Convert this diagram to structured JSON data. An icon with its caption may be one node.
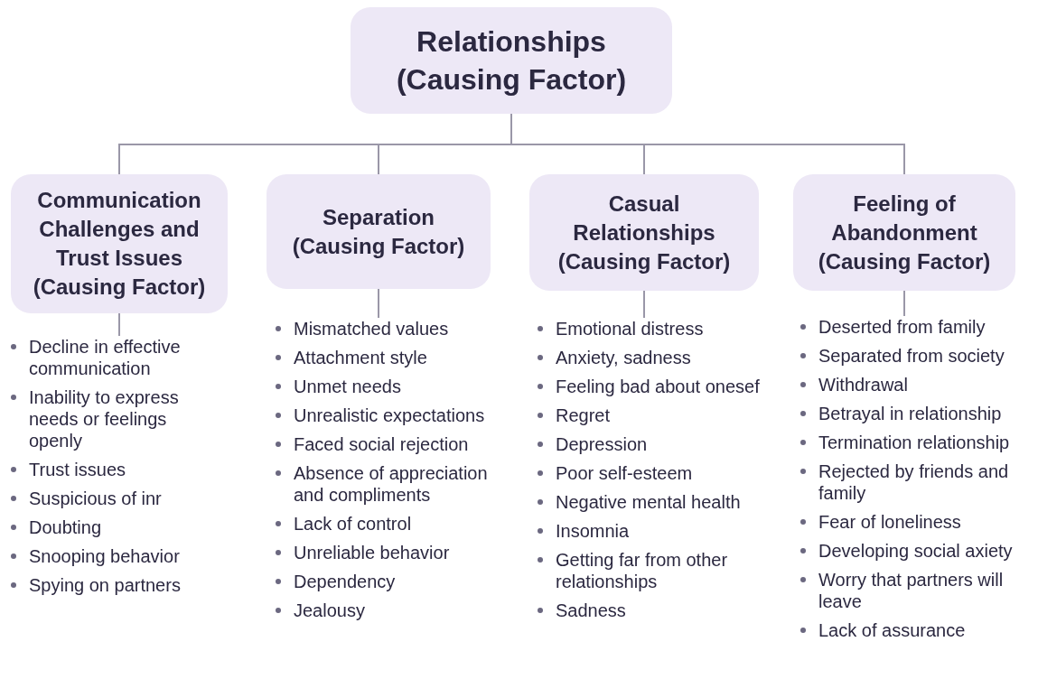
{
  "diagram": {
    "nodes": [
      {
        "text": [
          "Relationships (Causing Factor)"
        ]
      },
      {
        "text": [
          "Communication Challenges and Trust Issues (Causing Factor)"
        ]
      },
      {
        "text": [
          "Separation (Causing Factor)"
        ]
      },
      {
        "text": [
          "Casual Relationships (Causing Factor)"
        ]
      },
      {
        "text": [
          "Feeling of Abandonment (Causing Factor)"
        ]
      },
      {
        "text": [
          "Decline in effective communication",
          "Inability to express needs or feelings openly",
          "Trust issues",
          "Suspicious of inr",
          "Doubting",
          "Snooping behavior",
          "Spying on partners"
        ]
      },
      {
        "text": [
          "Mismatched values",
          "Attachment style",
          "Unmet needs",
          "Unrealistic expectations",
          "Faced social rejection",
          "Absence of appreciation and compliments",
          "Lack of control",
          "Unreliable behavior",
          "Dependency",
          "Jealousy"
        ]
      },
      {
        "text": [
          "Emotional distress",
          "Anxiety, sadness",
          "Feeling bad about onesef",
          "Regret",
          "Depression",
          "Poor self-esteem",
          "Negative mental health",
          "Insomnia",
          "Getting far from other relationships",
          "Sadness"
        ]
      },
      {
        "text": [
          "Deserted from family",
          "Separated from society",
          "Withdrawal",
          "Betrayal in relationship",
          "Termination relationship",
          "Rejected by friends and family",
          "Fear of loneliness",
          "Developing social axiety",
          "Worry that partners will leave",
          "Lack of assurance"
        ]
      }
    ],
    "edges": [
      {
        "from": 0,
        "to": 1,
        "arrow": "none"
      },
      {
        "from": 0,
        "to": 2,
        "arrow": "none"
      },
      {
        "from": 0,
        "to": 3,
        "arrow": "none"
      },
      {
        "from": 0,
        "to": 4,
        "arrow": "none"
      },
      {
        "from": 1,
        "to": 5,
        "arrow": "none"
      },
      {
        "from": 2,
        "to": 6,
        "arrow": "none"
      },
      {
        "from": 3,
        "to": 7,
        "arrow": "none"
      },
      {
        "from": 4,
        "to": 8,
        "arrow": "none"
      }
    ]
  }
}
